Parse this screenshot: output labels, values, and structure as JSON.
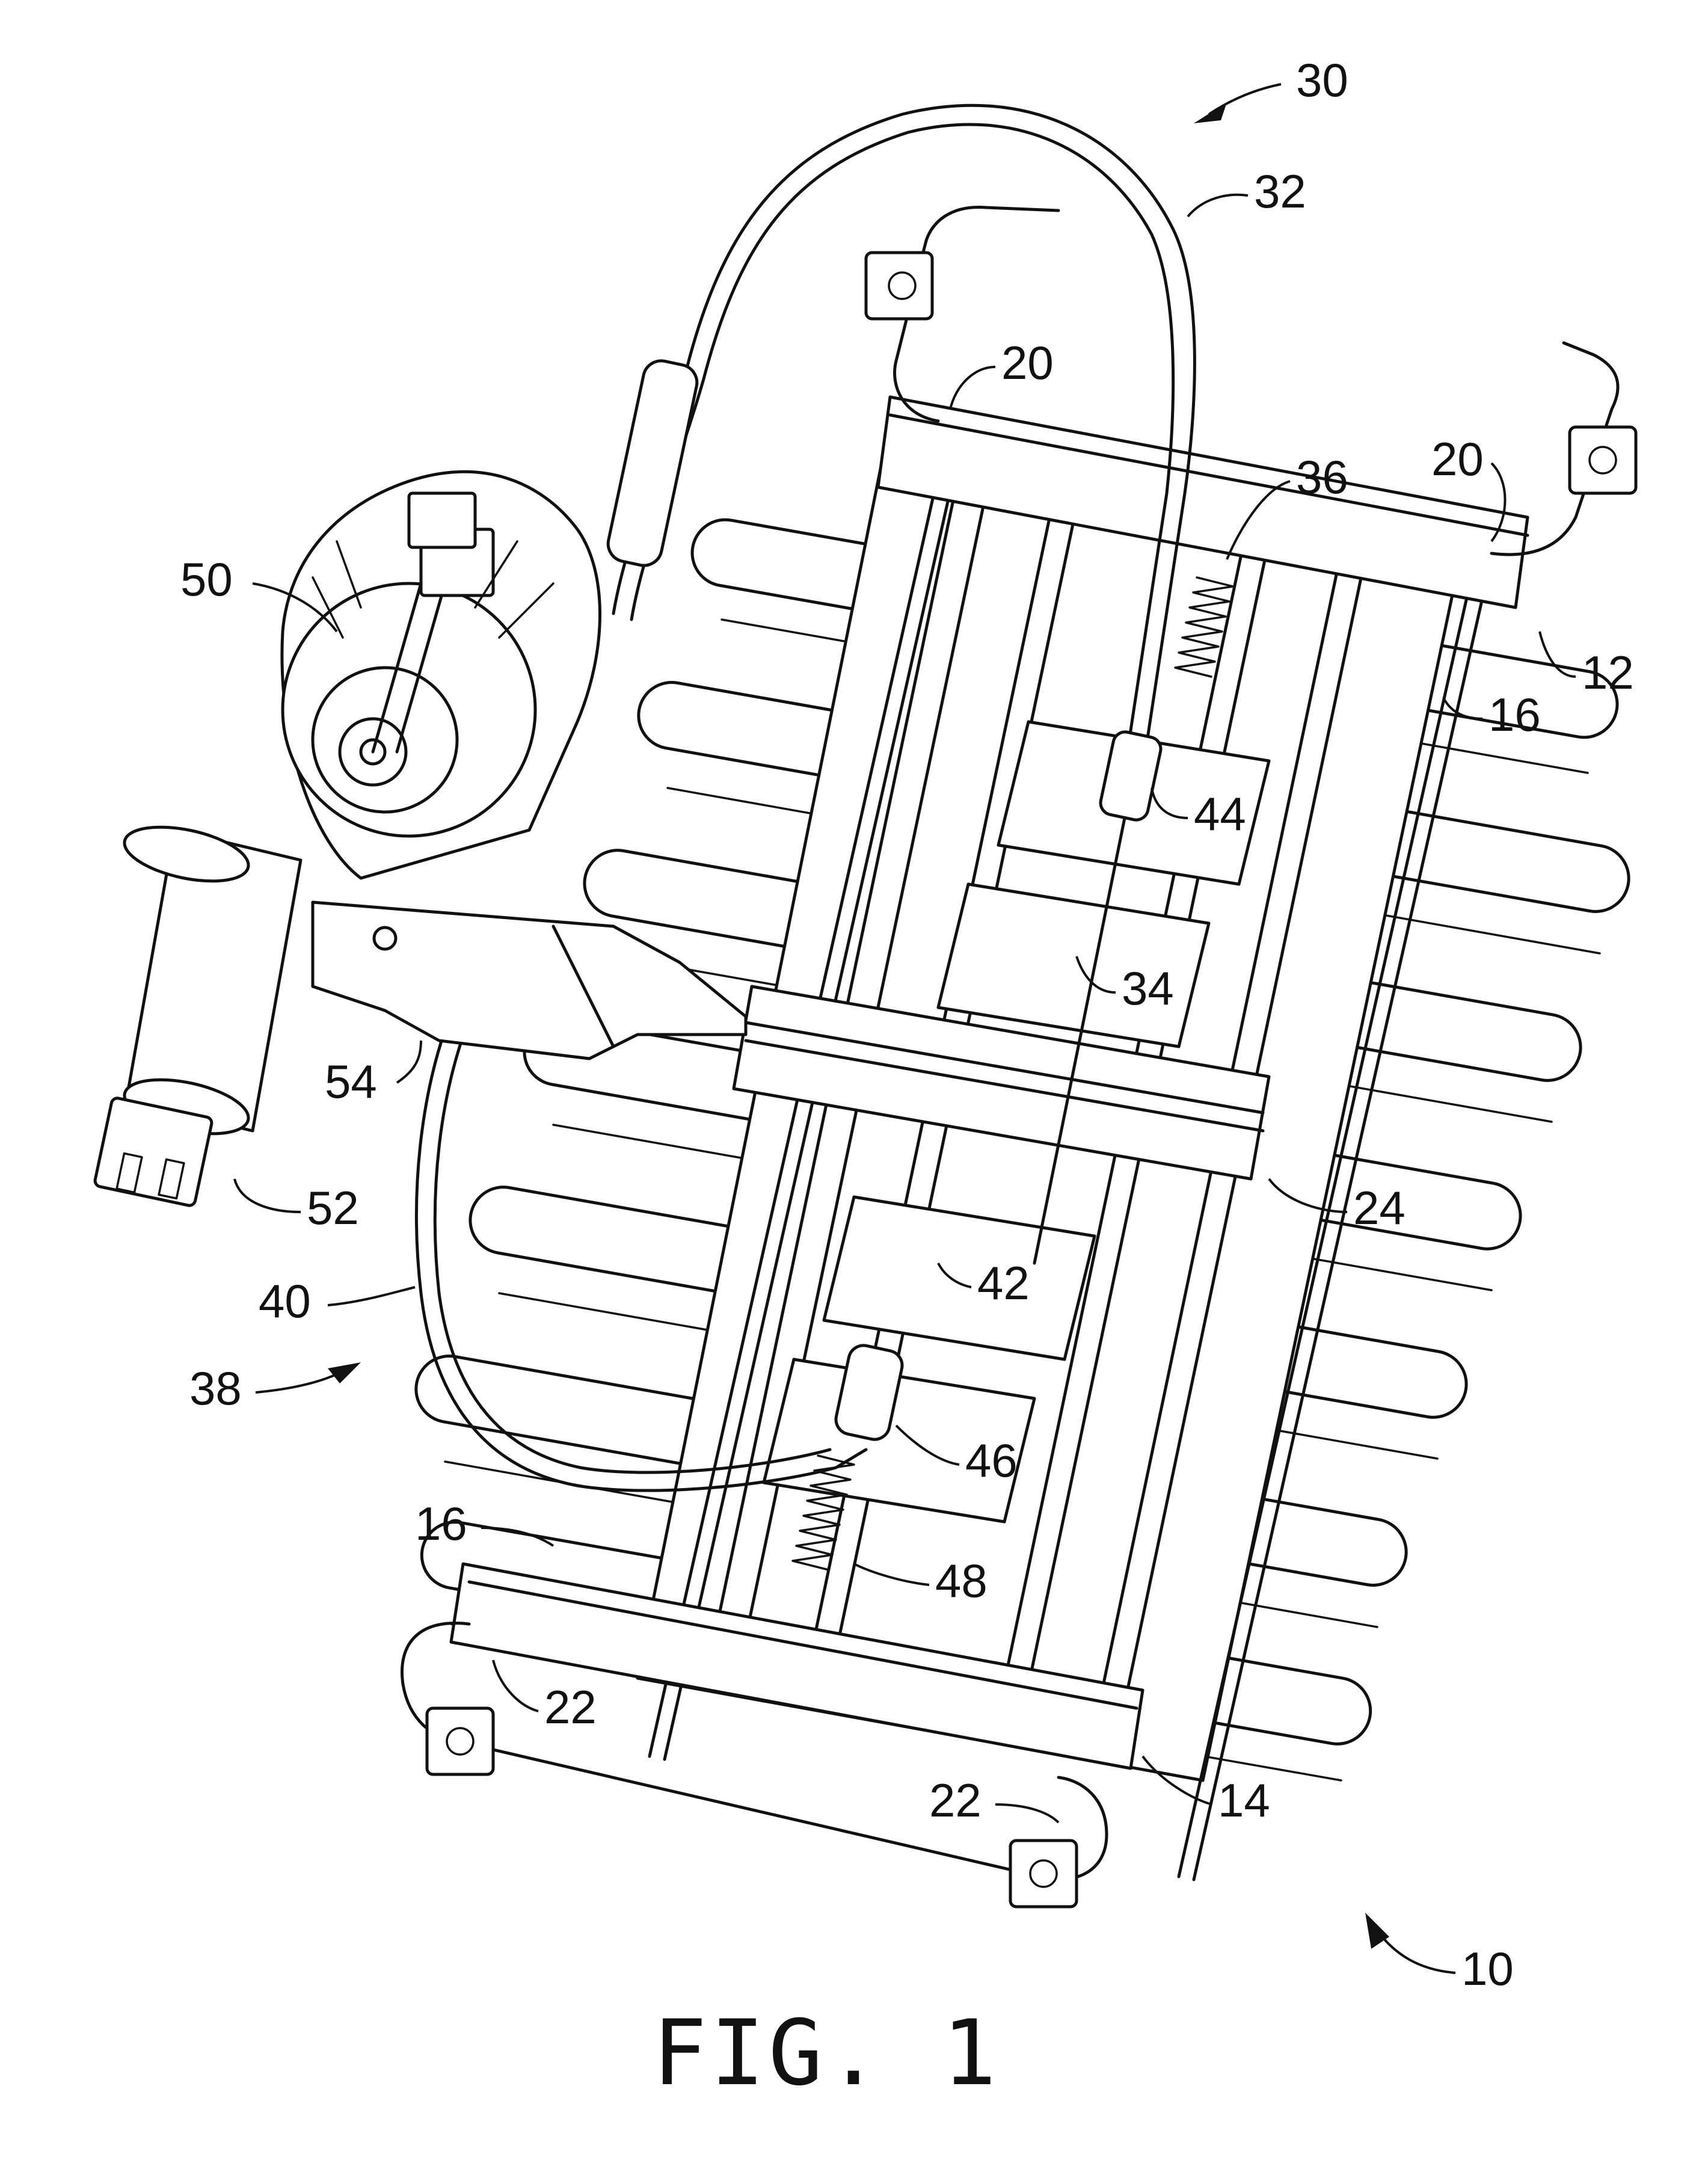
{
  "figure": {
    "caption": "FIG. 1",
    "reference_numerals": [
      {
        "id": "n30",
        "text": "30"
      },
      {
        "id": "n32",
        "text": "32"
      },
      {
        "id": "n20a",
        "text": "20"
      },
      {
        "id": "n20b",
        "text": "20"
      },
      {
        "id": "n36",
        "text": "36"
      },
      {
        "id": "n12",
        "text": "12"
      },
      {
        "id": "n16a",
        "text": "16"
      },
      {
        "id": "n50",
        "text": "50"
      },
      {
        "id": "n44",
        "text": "44"
      },
      {
        "id": "n34",
        "text": "34"
      },
      {
        "id": "n54",
        "text": "54"
      },
      {
        "id": "n24",
        "text": "24"
      },
      {
        "id": "n52",
        "text": "52"
      },
      {
        "id": "n42",
        "text": "42"
      },
      {
        "id": "n40",
        "text": "40"
      },
      {
        "id": "n38",
        "text": "38"
      },
      {
        "id": "n46",
        "text": "46"
      },
      {
        "id": "n16b",
        "text": "16"
      },
      {
        "id": "n48",
        "text": "48"
      },
      {
        "id": "n22a",
        "text": "22"
      },
      {
        "id": "n14",
        "text": "14"
      },
      {
        "id": "n22b",
        "text": "22"
      },
      {
        "id": "n10",
        "text": "10"
      }
    ]
  }
}
